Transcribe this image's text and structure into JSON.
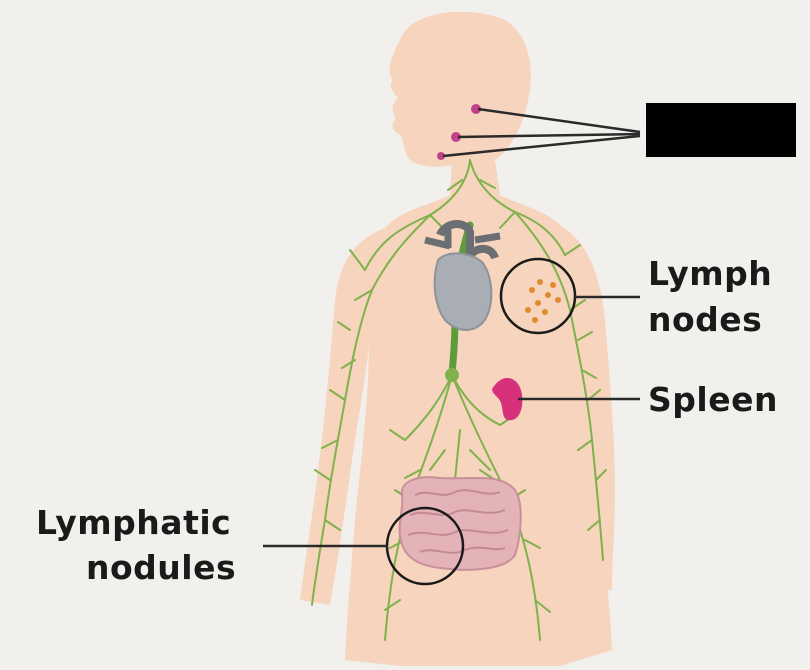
{
  "diagram": {
    "labels": {
      "lymph_nodes_line1": "Lymph",
      "lymph_nodes_line2": "nodes",
      "spleen": "Spleen",
      "lymphatic_nodules_line1": "Lymphatic",
      "lymphatic_nodules_line2": "nodules"
    },
    "colors": {
      "background": "#f2f0ec",
      "skin": "#f7d4bd",
      "lymph_vessels": "#7fb24a",
      "thoracic_duct": "#5c9c3a",
      "heart": "#a9aeb4",
      "spleen": "#d6317a",
      "neck_nodes": "#c0428a",
      "axillary_nodes": "#e08a2e",
      "intestines": "#e3b3b8",
      "leader_lines": "#2a2a2a",
      "redaction": "#000000"
    },
    "redacted_label": true
  }
}
